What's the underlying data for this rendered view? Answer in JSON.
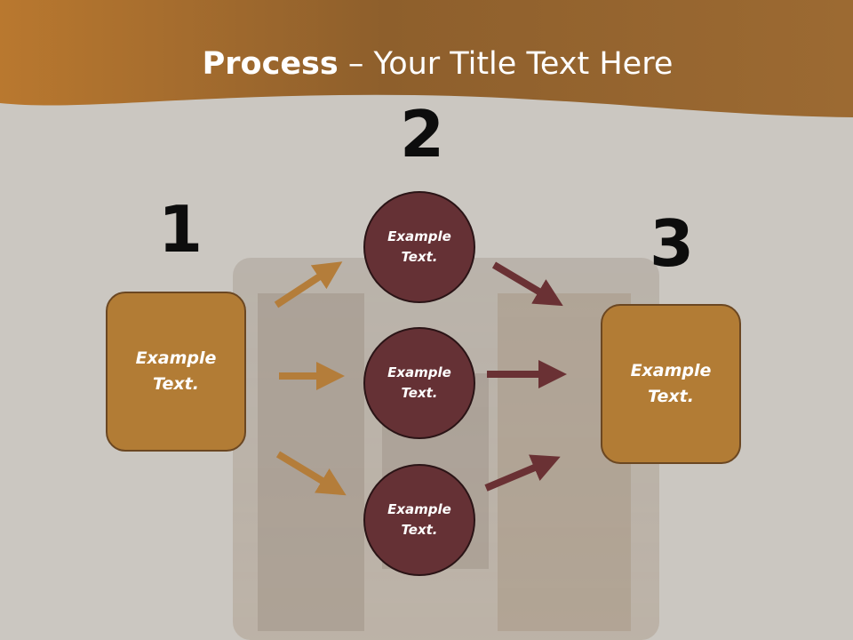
{
  "slide": {
    "title_bold": "Process",
    "title_rest": " – Your Title Text Here"
  },
  "colors": {
    "header": "#9b6a32",
    "box_fill": "#b27c35",
    "box_border": "#6b4722",
    "circle_fill": "#653135",
    "arrow_left": "#b47d3a",
    "arrow_right": "#6a3134"
  },
  "steps": {
    "num1": "1",
    "num2": "2",
    "num3": "3"
  },
  "nodes": {
    "left_box": "Example\nText.",
    "circle_top": "Example\nText.",
    "circle_mid": "Example\nText.",
    "circle_bottom": "Example\nText.",
    "right_box": "Example\nText."
  }
}
